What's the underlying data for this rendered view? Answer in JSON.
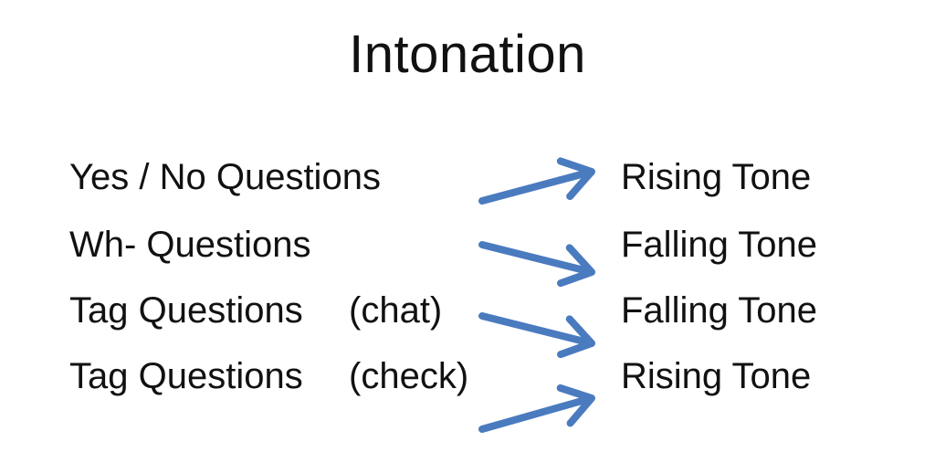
{
  "slide": {
    "title": "Intonation",
    "accent_color": "#4a7bbf",
    "rows": [
      {
        "question": "Yes / No Questions",
        "note": "",
        "tone": "Rising Tone",
        "arrow": "rising"
      },
      {
        "question": "Wh- Questions",
        "note": "",
        "tone": "Falling Tone",
        "arrow": "falling"
      },
      {
        "question": "Tag Questions",
        "note": "(chat)",
        "tone": "Falling Tone",
        "arrow": "falling"
      },
      {
        "question": "Tag Questions",
        "note": "(check)",
        "tone": "Rising Tone",
        "arrow": "rising"
      }
    ]
  }
}
